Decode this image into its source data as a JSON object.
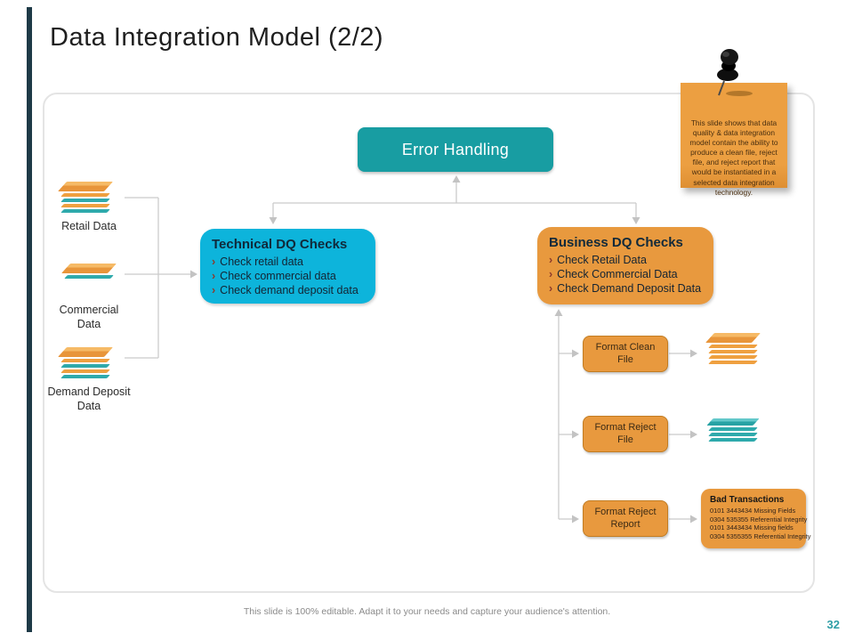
{
  "slide": {
    "title": "Data Integration Model (2/2)",
    "footer": "This slide is 100% editable. Adapt it to your needs and capture your audience's attention.",
    "page_number": "32"
  },
  "sticky_note": {
    "text": "This slide shows that data quality & data integration model contain the ability to produce a clean file, reject file, and reject report that would be instantiated  in a selected data integration technology.",
    "pin_icon": "push-pin"
  },
  "diagram": {
    "bullet_glyph": "›",
    "error_handling_label": "Error Handling",
    "technical_dq": {
      "title": "Technical DQ Checks",
      "items": [
        "Check retail data",
        "Check commercial data",
        "Check demand deposit data"
      ]
    },
    "business_dq": {
      "title": "Business DQ Checks",
      "items": [
        "Check Retail Data",
        "Check Commercial Data",
        "Check Demand Deposit Data"
      ]
    },
    "sources": [
      {
        "label": "Retail Data",
        "icon": "layer-stack"
      },
      {
        "label": "Commercial Data",
        "icon": "layer-stack"
      },
      {
        "label": "Demand Deposit Data",
        "icon": "layer-stack"
      }
    ],
    "format_steps": [
      {
        "label": "Format Clean File",
        "output_icon": "orange-layer-stack"
      },
      {
        "label": "Format Reject File",
        "output_icon": "teal-layer-stack"
      },
      {
        "label": "Format Reject Report",
        "output_icon": "bad-transactions-card"
      }
    ],
    "bad_transactions": {
      "title": "Bad Transactions",
      "lines": [
        "0101 3443434 Missing Fields",
        "0304 535355 Referential Integrity",
        "0101 3443434 Missing fields",
        "0304 5355355 Referential Integrity"
      ]
    }
  },
  "colors": {
    "left_bar": "#1E3A47",
    "teal_box": "#189DA2",
    "cyan_box": "#0DB4DB",
    "orange_box": "#E8993E",
    "stack_orange": "#EFA040",
    "stack_teal": "#2FAAAC",
    "connector_gray": "#CBCBCB",
    "page_number_teal": "#2E9EA6"
  }
}
